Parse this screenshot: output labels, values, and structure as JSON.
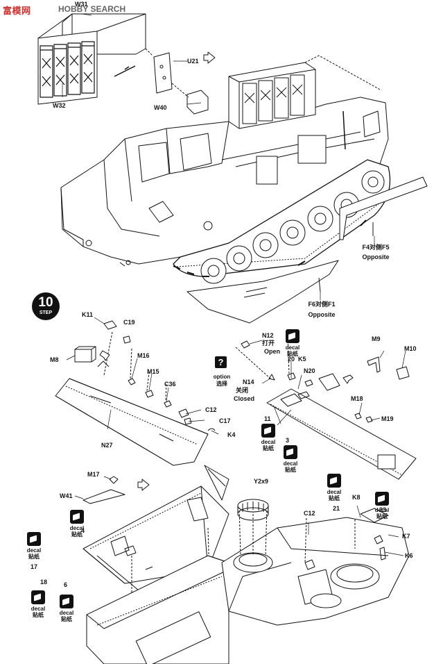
{
  "watermark": {
    "brand": "富模网",
    "text": "HOBBY SEARCH"
  },
  "step": {
    "number": "10",
    "word": "STEP"
  },
  "parts": {
    "w31": "W31",
    "w32": "W32",
    "u21": "U21",
    "w40": "W40",
    "f4": "F4对侧F5",
    "f6": "F6对侧F1",
    "k11": "K11",
    "c19": "C19",
    "m8": "M8",
    "m16": "M16",
    "m15": "M15",
    "c36": "C36",
    "c12a": "C12",
    "c17": "C17",
    "k4": "K4",
    "n27": "N27",
    "n12": "N12",
    "n14": "N14",
    "k5": "K5",
    "n20": "N20",
    "m9": "M9",
    "m10": "M10",
    "m18": "M18",
    "m19": "M19",
    "m17": "M17",
    "w41": "W41",
    "y2x9": "Y2x9",
    "c12b": "C12",
    "k8": "K8",
    "k7": "K7",
    "k6": "K6"
  },
  "notes": {
    "opposite": "Opposite",
    "open_cn": "打开",
    "open_en": "Open",
    "closed_cn": "关闭",
    "closed_en": "Closed",
    "option_en": "option",
    "option_cn": "选择",
    "question": "?"
  },
  "decals": {
    "label_en": "decal",
    "label_cn": "贴纸",
    "numbers": {
      "d20": "20",
      "d11": "11",
      "d3": "3",
      "d4": "4",
      "d17": "17",
      "d18": "18",
      "d6": "6",
      "d21": "21",
      "d23": "23"
    }
  }
}
